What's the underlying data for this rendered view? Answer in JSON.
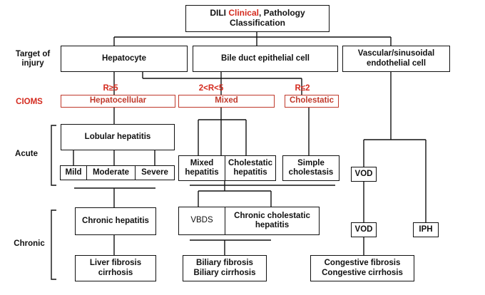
{
  "title": {
    "part1": "DILI ",
    "part2": "Clinical",
    "part3": ", Pathology",
    "line2": "Classification"
  },
  "side_labels": {
    "target": "Target of\ninjury",
    "cioms": "CIOMS",
    "acute": "Acute",
    "chronic": "Chronic"
  },
  "targets": {
    "hepatocyte": "Hepatocyte",
    "bile_duct": "Bile duct epithelial cell",
    "vascular": "Vascular/sinusoidal\nendothelial cell"
  },
  "ratios": {
    "r1": "R≥5",
    "r2": "2<R<5",
    "r3": "R≤2"
  },
  "cioms": {
    "hepatocellular": "Hepatocellular",
    "mixed": "Mixed",
    "cholestatic": "Cholestatic"
  },
  "acute": {
    "lobular": "Lobular hepatitis",
    "mild": "Mild",
    "moderate": "Moderate",
    "severe": "Severe",
    "mixed_hep": "Mixed\nhepatitis",
    "cholestatic_hep": "Cholestatic\nhepatitis",
    "simple_chol": "Simple\ncholestasis",
    "vod": "VOD"
  },
  "chronic": {
    "chronic_hep": "Chronic hepatitis",
    "vbds": "VBDS",
    "chronic_chol": "Chronic cholestatic\nhepatitis",
    "vod": "VOD",
    "iph": "IPH",
    "liver_fib": "Liver fibrosis\ncirrhosis",
    "biliary_fib": "Biliary fibrosis\nBiliary cirrhosis",
    "congestive": "Congestive fibrosis\nCongestive cirrhosis"
  },
  "colors": {
    "line": "#111111",
    "accent": "#d42a1e"
  }
}
